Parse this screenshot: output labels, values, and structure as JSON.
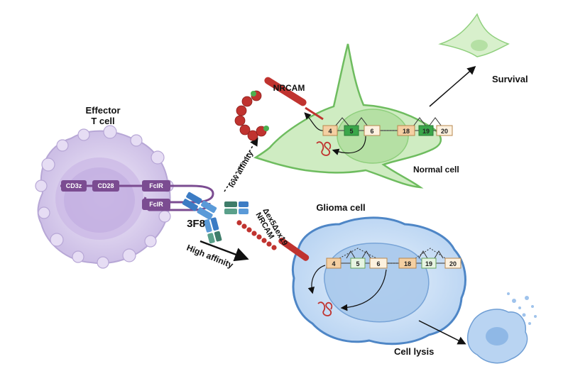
{
  "labels": {
    "effector_line1": "Effector",
    "effector_line2": "T cell",
    "cd3z": "CD3z",
    "cd28": "CD28",
    "fcir_top": "FcIR",
    "fcir_bottom": "FcIR",
    "antibody": "3F8",
    "nrcam": "NRCAM",
    "low_affinity": "low affinity",
    "high_affinity": "High affinity",
    "normal_cell": "Normal cell",
    "survival": "Survival",
    "glioma_cell": "Glioma cell",
    "variant_line1": "Δex5Δex19",
    "variant_line2": "NRCAM",
    "cell_lysis": "Cell lysis"
  },
  "exons_normal": [
    "4",
    "5",
    "6",
    "18",
    "19",
    "20"
  ],
  "exons_glioma": [
    "4",
    "5",
    "6",
    "18",
    "19",
    "20"
  ],
  "colors": {
    "normal_cell": "#7fcf6e",
    "tcell": "#c9b8e3",
    "glioma_cell": "#8fb8e6",
    "nrcam_red": "#c0332f",
    "exon_tan": "#f4cfa2",
    "exon_green": "#3aa64a",
    "antibody_blue": "#3c7cc4",
    "antibody_green": "#3f7d6a",
    "receptor_purple": "#7b4c91"
  }
}
